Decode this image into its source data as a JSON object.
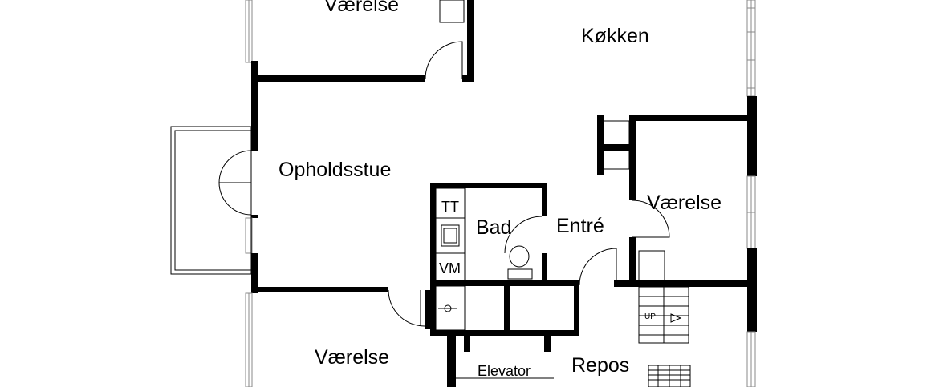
{
  "rooms": {
    "top_left": "Værelse",
    "kitchen": "Køkken",
    "living": "Opholdsstue",
    "right": "Værelse",
    "bath": "Bad",
    "entry": "Entré",
    "bottom_left": "Værelse",
    "elevator": "Elevator",
    "landing": "Repos"
  },
  "fixtures": {
    "toilet": "TT",
    "washer": "VM"
  },
  "stairs": {
    "up": "UP"
  }
}
